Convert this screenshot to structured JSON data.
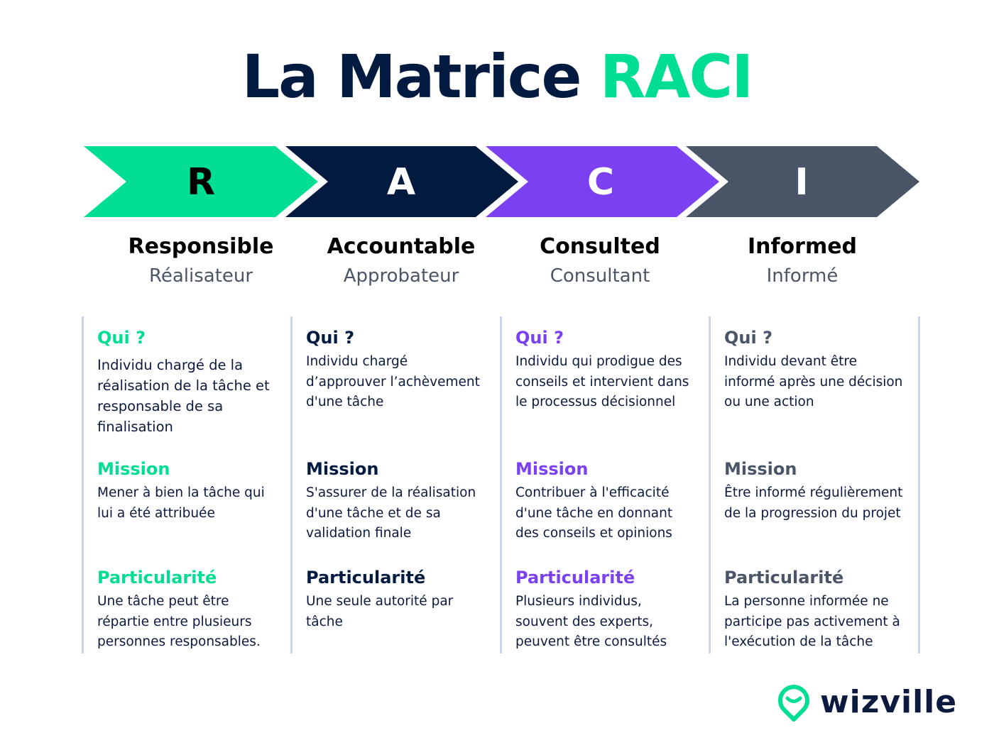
{
  "header": {
    "title_main": "La Matrice",
    "title_accent": "RACI"
  },
  "colors": {
    "navy": "#001a40",
    "green": "#00de93",
    "purple": "#7b40ef",
    "slate": "#4a5568",
    "divider": "#c8d5ea"
  },
  "chevrons": [
    {
      "letter": "R",
      "fill": "#00de93",
      "text_color": "#000000"
    },
    {
      "letter": "A",
      "fill": "#001a40",
      "text_color": "#ffffff"
    },
    {
      "letter": "C",
      "fill": "#7b40ef",
      "text_color": "#ffffff"
    },
    {
      "letter": "I",
      "fill": "#4a5568",
      "text_color": "#ffffff"
    }
  ],
  "roles": [
    {
      "name": "Responsible",
      "fr": "Réalisateur",
      "heading_color": "#00de93",
      "qui_label": "Qui ?",
      "qui_text": "Individu chargé de la réalisation de la tâche et responsable de sa finalisation",
      "mission_label": "Mission",
      "mission_text": "Mener à bien la tâche qui lui a été attribuée",
      "particularite_label": "Particularité",
      "particularite_text": "Une tâche peut être répartie entre plusieurs personnes responsables."
    },
    {
      "name": "Accountable",
      "fr": "Approbateur",
      "heading_color": "#001a40",
      "qui_label": "Qui ?",
      "qui_text": "Individu chargé d’approuver l’achèvement d'une tâche",
      "mission_label": "Mission",
      "mission_text": "S'assurer de la réalisation d'une tâche et de sa validation finale",
      "particularite_label": "Particularité",
      "particularite_text": "Une seule autorité par tâche"
    },
    {
      "name": "Consulted",
      "fr": "Consultant",
      "heading_color": "#7b40ef",
      "qui_label": "Qui ?",
      "qui_text": "Individu qui prodigue des conseils et intervient dans le processus décisionnel",
      "mission_label": "Mission",
      "mission_text": "Contribuer à l'efficacité d'une tâche en donnant des conseils et opinions",
      "particularite_label": "Particularité",
      "particularite_text": "Plusieurs individus, souvent des experts, peuvent être consultés"
    },
    {
      "name": "Informed",
      "fr": "Informé",
      "heading_color": "#4a5568",
      "qui_label": "Qui ?",
      "qui_text": "Individu devant être informé après une décision ou une action",
      "mission_label": "Mission",
      "mission_text": "Être informé régulièrement de la progression du projet",
      "particularite_label": "Particularité",
      "particularite_text": "La personne informée ne participe pas activement à l'exécution de la tâche"
    }
  ],
  "logo": {
    "text": "wizville",
    "icon": "location-pin-smile-icon"
  }
}
